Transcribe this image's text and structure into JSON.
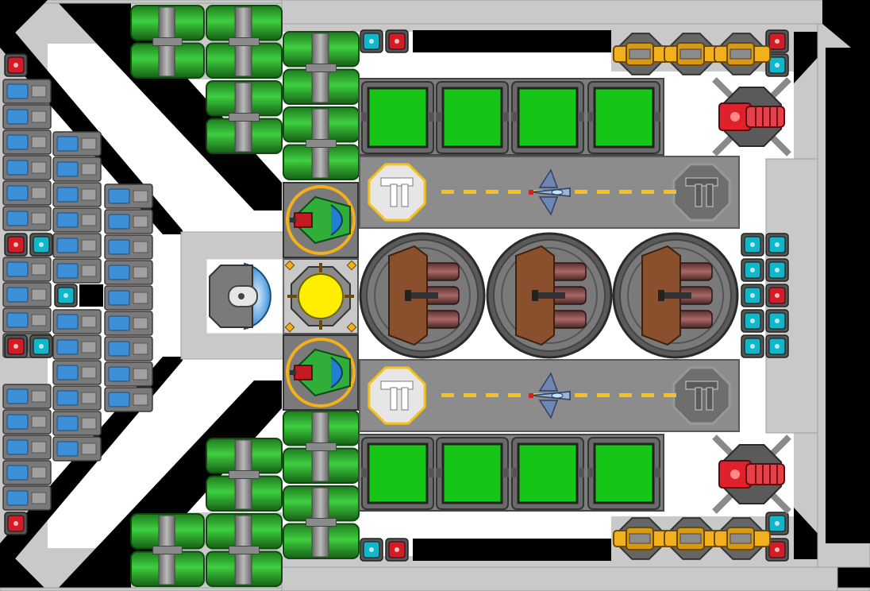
{
  "scene": {
    "title": "",
    "palette": {
      "hull_light": "#c9c9c9",
      "hull_edge": "#9a9a9a",
      "floor": "#ffffff",
      "space": "#000000",
      "deck_gray": "#7d7d7d",
      "tank_green": "#2fa82f",
      "cargo_green": "#16c616",
      "battery_blue": "#3d8fd8",
      "cyan_node": "#11b7c9",
      "red_node": "#d41b26",
      "reactor_yellow": "#ffee00",
      "gold_accent": "#f2b11c",
      "pad_yellow": "#f7c21a",
      "thruster_brown": "#8a4f2d",
      "laser_red": "#e0202a"
    },
    "icons": {
      "hangar_marker": "hangar-tee-icon",
      "reactor": "reactor-core-icon",
      "bridge": "bridge-dome-icon",
      "fighter": "fighter-ship-icon",
      "point_defense": "point-defense-turret-icon",
      "gatling": "gatling-turret-icon",
      "railgun": "railgun-turret-icon",
      "thruster": "thruster-icon",
      "fuel": "fuel-tank-icon",
      "battery": "battery-cell-icon",
      "cargo": "cargo-bay-icon"
    },
    "counts": {
      "cargo_bays": 8,
      "hangars": 2,
      "docked_fighters": 2,
      "thrusters": 3,
      "gatling_turrets": 2,
      "railgun_turrets": 6,
      "reactors": 1,
      "bridges": 1
    }
  }
}
